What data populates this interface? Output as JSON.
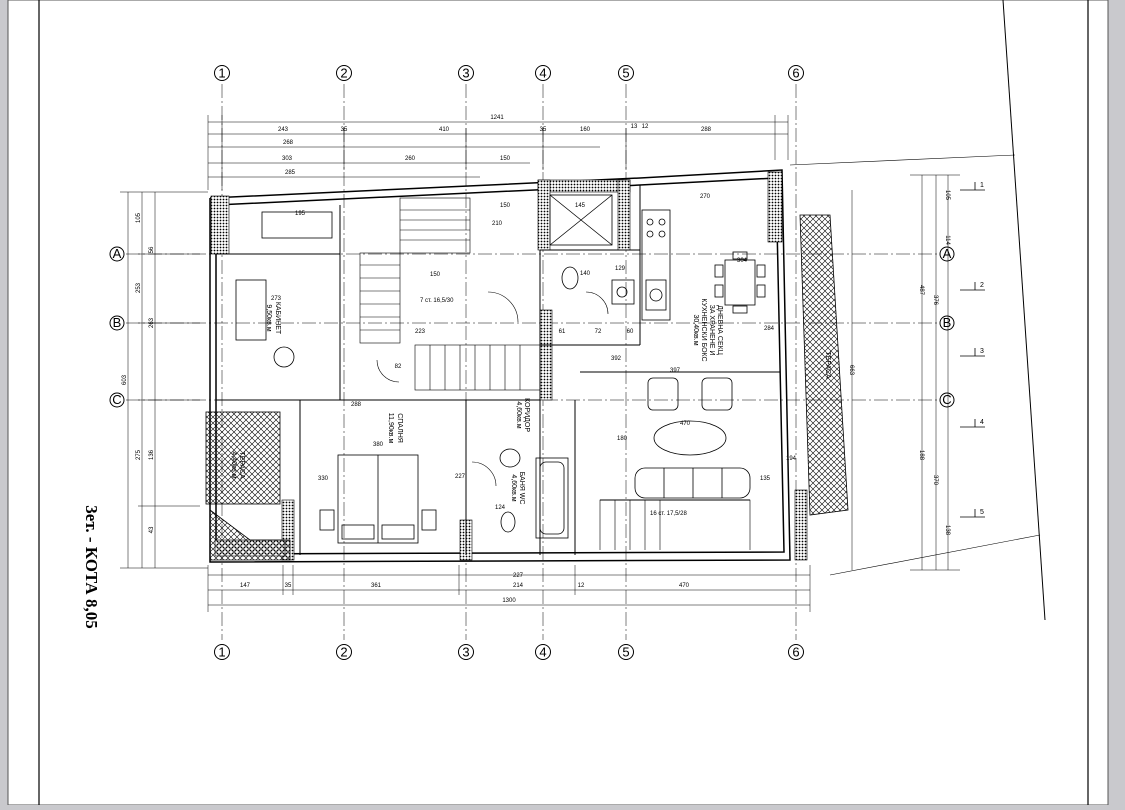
{
  "drawing_title": "3ет. - КОТА 8,05",
  "axes_columns": [
    "1",
    "2",
    "3",
    "4",
    "5",
    "6"
  ],
  "axes_rows": [
    "A",
    "B",
    "C"
  ],
  "right_markers": [
    "1",
    "2",
    "3",
    "4",
    "5"
  ],
  "dims_top_total": "1241",
  "dims_top_row1": [
    "243",
    "410",
    "160",
    "288"
  ],
  "dims_top_row1_small": [
    "35",
    "35",
    "13",
    "12"
  ],
  "dims_top_row2": [
    "268",
    "303",
    "150"
  ],
  "dims_top_row3": [
    "285",
    "260"
  ],
  "dims_bottom_row1": [
    "147",
    "35",
    "361",
    "227",
    "470"
  ],
  "dims_bottom_row2": [
    "214",
    "12"
  ],
  "dims_bottom_total": "1300",
  "dims_left": [
    "603",
    "253",
    "263",
    "275",
    "136",
    "105",
    "56",
    "43"
  ],
  "dims_right": [
    "663",
    "487",
    "376",
    "370",
    "188",
    "114",
    "138",
    "105"
  ],
  "rooms": {
    "cabinet": [
      "КАБИНЕТ",
      "9,50кв.м"
    ],
    "bedroom": [
      "СПАЛНЯ",
      "11,90кв.м"
    ],
    "living": [
      "ДНЕВНА СЕКЦ",
      "ЗА ХРАНЕНЕ И",
      "КУХНЕНСКИ БОКС",
      "30,40кв.м"
    ],
    "corridor": [
      "КОРИДОР",
      "4,60кв.м"
    ],
    "bath": [
      "БАНЯ WC",
      "4,60кв.м"
    ],
    "terrace": [
      "ТЕРАСА",
      "4,40кв.м"
    ],
    "terrace_right": [
      "ТЕРАСА"
    ]
  },
  "stair_notes": [
    "7 ст. 16,5/30",
    "16 ст. 17,5/28"
  ],
  "inner_dims": [
    "150",
    "150",
    "210",
    "145",
    "273",
    "223",
    "288",
    "392",
    "397",
    "470",
    "195",
    "140",
    "380",
    "330",
    "270",
    "304",
    "284",
    "135",
    "194",
    "129",
    "227",
    "180",
    "72",
    "61",
    "60",
    "124",
    "82"
  ]
}
